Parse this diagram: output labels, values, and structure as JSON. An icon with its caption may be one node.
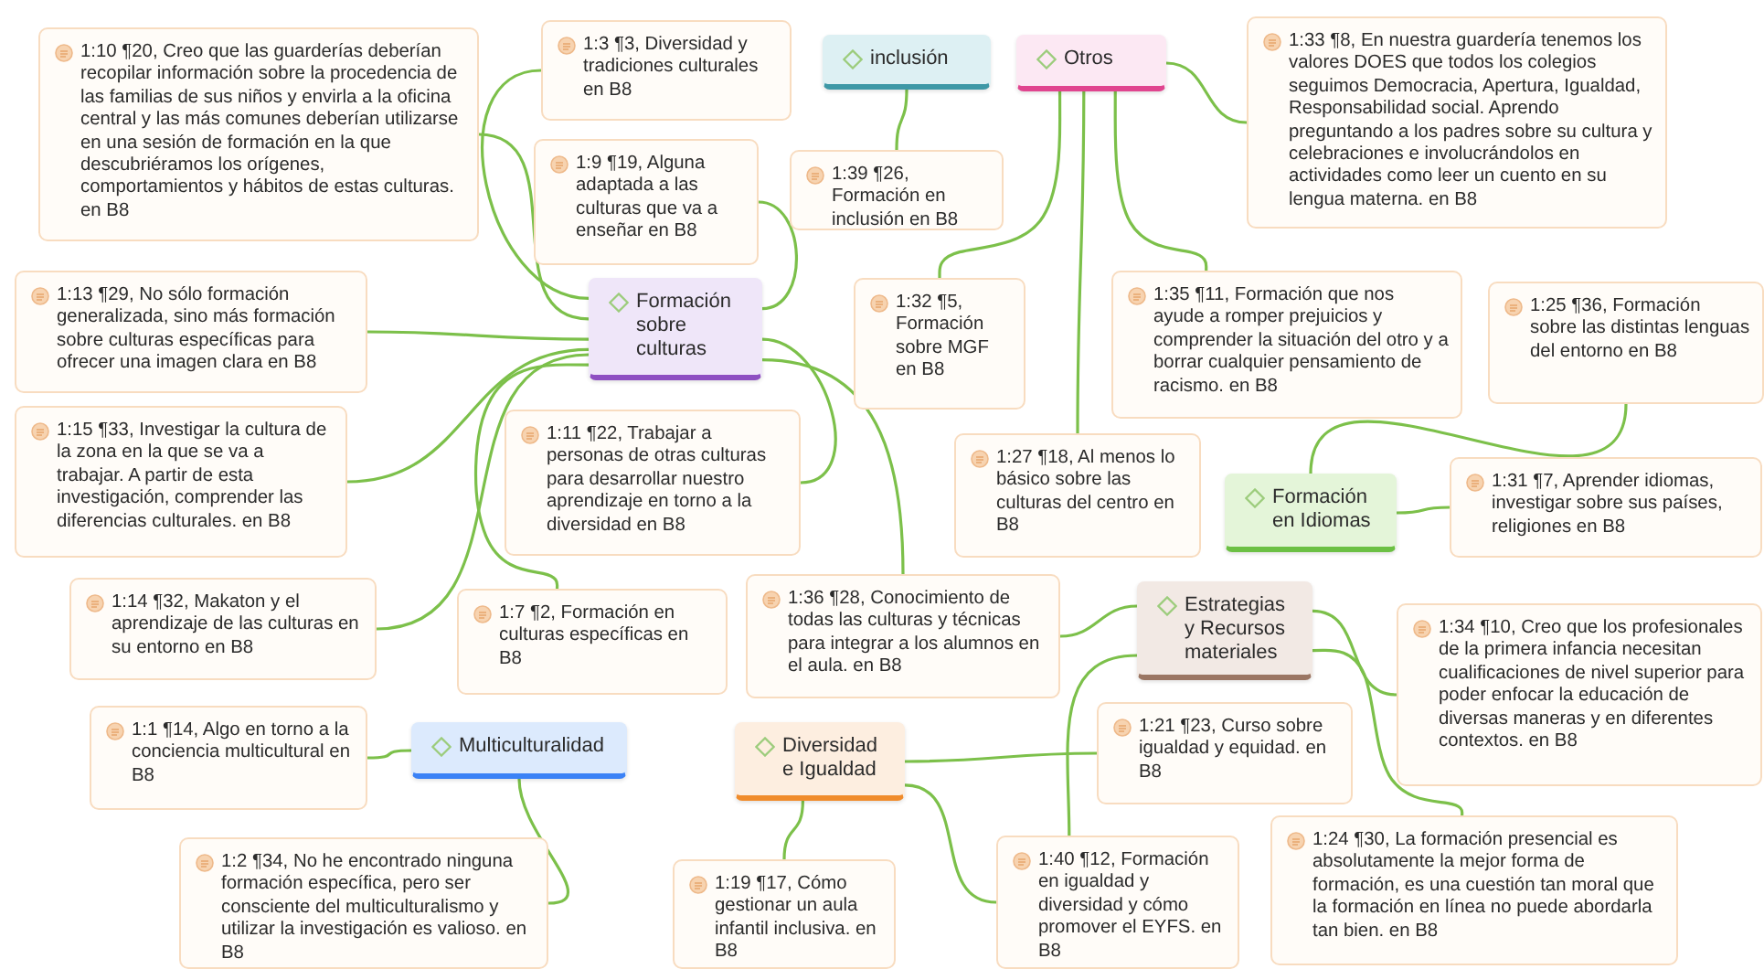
{
  "diagram": {
    "nodes": [
      {
        "text": [
          "Formación sobre culturas"
        ]
      },
      {
        "text": [
          "inclusión"
        ]
      },
      {
        "text": [
          "Otros"
        ]
      },
      {
        "text": [
          "Formación en Idiomas"
        ]
      },
      {
        "text": [
          "Multiculturalidad"
        ]
      },
      {
        "text": [
          "Diversidad e Igualdad"
        ]
      },
      {
        "text": [
          "Estrategias y Recursos materiales"
        ]
      },
      {
        "text": [
          "1:10  ¶20, Creo que las guarderías deberían recopilar información sobre la procedencia de las familias de sus niños y envirla a la oficina central y las más comunes deberían utilizarse en una sesión de formación en la que descubriéramos los orígenes, comportamientos y hábitos de estas culturas. en B8"
        ]
      },
      {
        "text": [
          "1:3  ¶3, Diversidad y tradiciones culturales en B8"
        ]
      },
      {
        "text": [
          "1:9  ¶19, Alguna adaptada a las culturas que va a enseñar en B8"
        ]
      },
      {
        "text": [
          "1:13  ¶29, No sólo formación generalizada, sino más formación sobre culturas específicas para ofrecer una imagen clara en B8"
        ]
      },
      {
        "text": [
          "1:15  ¶33, Investigar la cultura de la zona en la que se va a trabajar. A partir de esta investigación, comprender las diferencias culturales. en B8"
        ]
      },
      {
        "text": [
          "1:14  ¶32, Makaton y el aprendizaje de las culturas en su entorno en B8"
        ]
      },
      {
        "text": [
          "1:11  ¶22, Trabajar a personas de otras culturas para desarrollar nuestro aprendizaje  en torno a la diversidad en B8"
        ]
      },
      {
        "text": [
          "1:7  ¶2, Formación en culturas específicas en B8"
        ]
      },
      {
        "text": [
          "1:39  ¶26, Formación en inclusión en B8"
        ]
      },
      {
        "text": [
          "1:32  ¶5, Formación sobre MGF en B8"
        ]
      },
      {
        "text": [
          "1:27  ¶18, Al menos lo básico sobre las culturas del centro en B8"
        ]
      },
      {
        "text": [
          "1:35  ¶11, Formación que nos ayude a romper prejuicios y comprender la situación del otro y a borrar cualquier pensamiento de racismo. en B8"
        ]
      },
      {
        "text": [
          "1:33  ¶8, En nuestra guardería tenemos los valores DOES que todos los colegios seguimos Democracia, Apertura, Igualdad, Responsabilidad social. Aprendo  preguntando a los padres sobre su cultura y celebraciones e involucrándolos en actividades como leer un cuento en su lengua materna. en B8"
        ]
      },
      {
        "text": [
          "1:25  ¶36, Formación sobre las distintas lenguas del entorno en B8"
        ]
      },
      {
        "text": [
          "1:31  ¶7, Aprender idiomas, investigar sobre sus países, religiones en B8"
        ]
      },
      {
        "text": [
          "1:36  ¶28, Conocimiento de todas las culturas y técnicas para integrar a los alumnos en el aula. en B8"
        ]
      },
      {
        "text": [
          "1:34  ¶10, Creo que los profesionales de la primera infancia necesitan cualificaciones de nivel superior  para poder enfocar la educación de diversas maneras y en diferentes contextos. en B8"
        ]
      },
      {
        "text": [
          "1:21  ¶23, Curso sobre igualdad y equidad. en B8"
        ]
      },
      {
        "text": [
          "1:24  ¶30, La formación presencial es absolutamente la mejor forma de formación, es una cuestión tan moral que la formación en línea no puede abordarla tan bien. en B8"
        ]
      },
      {
        "text": [
          "1:1  ¶14, Algo en torno a la conciencia multicultural en B8"
        ]
      },
      {
        "text": [
          "1:2  ¶34, No he encontrado ninguna formación específica, pero ser consciente del multiculturalismo y utilizar la investigación es valioso. en B8"
        ]
      },
      {
        "text": [
          "1:19  ¶17, Cómo gestionar un aula infantil inclusiva. en B8"
        ]
      },
      {
        "text": [
          "1:40  ¶12, Formación en igualdad y diversidad y cómo promover el EYFS. en B8"
        ]
      }
    ],
    "edges": [
      {
        "from": 0,
        "to": 7,
        "arrow": "none"
      },
      {
        "from": 0,
        "to": 8,
        "arrow": "none"
      },
      {
        "from": 0,
        "to": 9,
        "arrow": "none"
      },
      {
        "from": 0,
        "to": 10,
        "arrow": "none"
      },
      {
        "from": 0,
        "to": 11,
        "arrow": "none"
      },
      {
        "from": 0,
        "to": 12,
        "arrow": "none"
      },
      {
        "from": 0,
        "to": 13,
        "arrow": "none"
      },
      {
        "from": 0,
        "to": 14,
        "arrow": "none"
      },
      {
        "from": 0,
        "to": 22,
        "arrow": "none"
      },
      {
        "from": 1,
        "to": 15,
        "arrow": "none"
      },
      {
        "from": 2,
        "to": 16,
        "arrow": "none"
      },
      {
        "from": 2,
        "to": 17,
        "arrow": "none"
      },
      {
        "from": 2,
        "to": 18,
        "arrow": "none"
      },
      {
        "from": 2,
        "to": 19,
        "arrow": "none"
      },
      {
        "from": 3,
        "to": 20,
        "arrow": "none"
      },
      {
        "from": 3,
        "to": 21,
        "arrow": "none"
      },
      {
        "from": 6,
        "to": 22,
        "arrow": "none"
      },
      {
        "from": 6,
        "to": 23,
        "arrow": "none"
      },
      {
        "from": 6,
        "to": 25,
        "arrow": "none"
      },
      {
        "from": 6,
        "to": 29,
        "arrow": "none"
      },
      {
        "from": 4,
        "to": 26,
        "arrow": "none"
      },
      {
        "from": 4,
        "to": 27,
        "arrow": "none"
      },
      {
        "from": 5,
        "to": 24,
        "arrow": "none"
      },
      {
        "from": 5,
        "to": 28,
        "arrow": "none"
      },
      {
        "from": 5,
        "to": 29,
        "arrow": "none"
      }
    ]
  }
}
